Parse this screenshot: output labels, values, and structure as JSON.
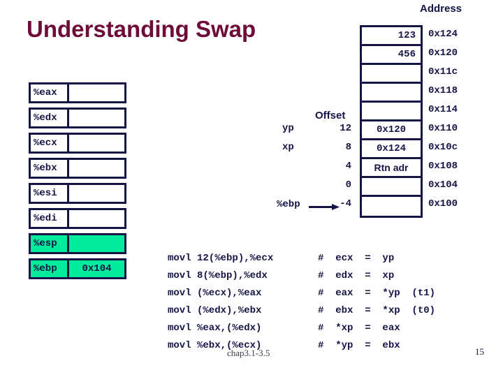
{
  "slide": {
    "title": "Understanding Swap",
    "title_color": "#6e0b38",
    "ink_color": "#141446",
    "highlight_color": "#00eb9b",
    "footer_note": "chap3.1-3.5",
    "page_number": "15"
  },
  "headings": {
    "address": "Address",
    "offset": "Offset"
  },
  "registers": {
    "rows": [
      {
        "name": "%eax",
        "value": "",
        "highlight": false
      },
      {
        "name": "%edx",
        "value": "",
        "highlight": false
      },
      {
        "name": "%ecx",
        "value": "",
        "highlight": false
      },
      {
        "name": "%ebx",
        "value": "",
        "highlight": false
      },
      {
        "name": "%esi",
        "value": "",
        "highlight": false
      },
      {
        "name": "%edi",
        "value": "",
        "highlight": false
      },
      {
        "name": "%esp",
        "value": "",
        "highlight": true
      },
      {
        "name": "%ebp",
        "value": "0x104",
        "highlight": true
      }
    ]
  },
  "memory": {
    "cells": [
      {
        "value": "123",
        "address": "0x124",
        "style": "right"
      },
      {
        "value": "456",
        "address": "0x120",
        "style": "right"
      },
      {
        "value": "",
        "address": "0x11c",
        "style": "right"
      },
      {
        "value": "",
        "address": "0x118",
        "style": "right"
      },
      {
        "value": "",
        "address": "0x114",
        "style": "right"
      },
      {
        "value": "0x120",
        "address": "0x110",
        "style": "center"
      },
      {
        "value": "0x124",
        "address": "0x10c",
        "style": "center"
      },
      {
        "value": "Rtn adr",
        "address": "0x108",
        "style": "label"
      },
      {
        "value": "",
        "address": "0x104",
        "style": "right"
      },
      {
        "value": "",
        "address": "0x100",
        "style": "right"
      }
    ]
  },
  "offsets": {
    "rows": [
      {
        "var": "yp",
        "num": "12"
      },
      {
        "var": "xp",
        "num": "8"
      },
      {
        "var": "",
        "num": "4"
      },
      {
        "var": "",
        "num": "0"
      },
      {
        "var": "",
        "num": "-4"
      }
    ],
    "pointer_label": "%ebp"
  },
  "code": {
    "lines": [
      {
        "instr": "movl 12(%ebp),%ecx",
        "comment": "#  ecx  =  yp"
      },
      {
        "instr": "movl 8(%ebp),%edx",
        "comment": "#  edx  =  xp"
      },
      {
        "instr": "movl (%ecx),%eax",
        "comment": "#  eax  =  *yp  (t1)"
      },
      {
        "instr": "movl (%edx),%ebx",
        "comment": "#  ebx  =  *xp  (t0)"
      },
      {
        "instr": "movl %eax,(%edx)",
        "comment": "#  *xp  =  eax"
      },
      {
        "instr": "movl %ebx,(%ecx)",
        "comment": "#  *yp  =  ebx"
      }
    ]
  }
}
